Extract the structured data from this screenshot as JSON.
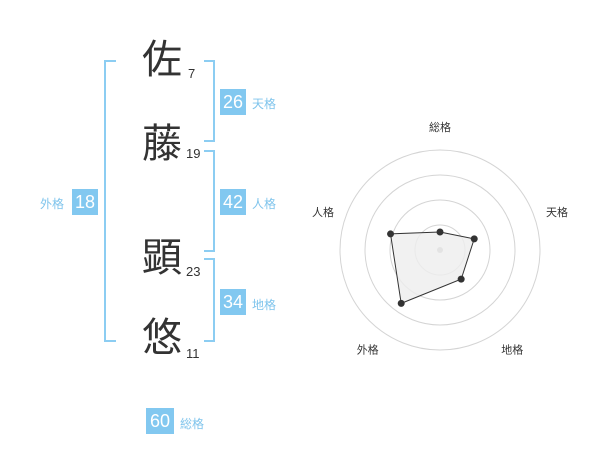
{
  "name": {
    "chars": [
      {
        "char": "佐",
        "strokes": "7"
      },
      {
        "char": "藤",
        "strokes": "19"
      },
      {
        "char": "顕",
        "strokes": "23"
      },
      {
        "char": "悠",
        "strokes": "11"
      }
    ]
  },
  "kaku": {
    "ten": {
      "value": "26",
      "label": "天格"
    },
    "jin": {
      "value": "42",
      "label": "人格"
    },
    "chi": {
      "value": "34",
      "label": "地格"
    },
    "gai": {
      "value": "18",
      "label": "外格"
    },
    "sou": {
      "value": "60",
      "label": "総格"
    }
  },
  "chart_data": {
    "type": "radar",
    "axes": [
      "総格",
      "天格",
      "地格",
      "外格",
      "人格"
    ],
    "values": [
      0.18,
      0.36,
      0.36,
      0.66,
      0.52
    ],
    "rings": 4,
    "fill_color": "#eeeeee",
    "line_color": "#333333",
    "grid_color": "#d4d4d4"
  }
}
